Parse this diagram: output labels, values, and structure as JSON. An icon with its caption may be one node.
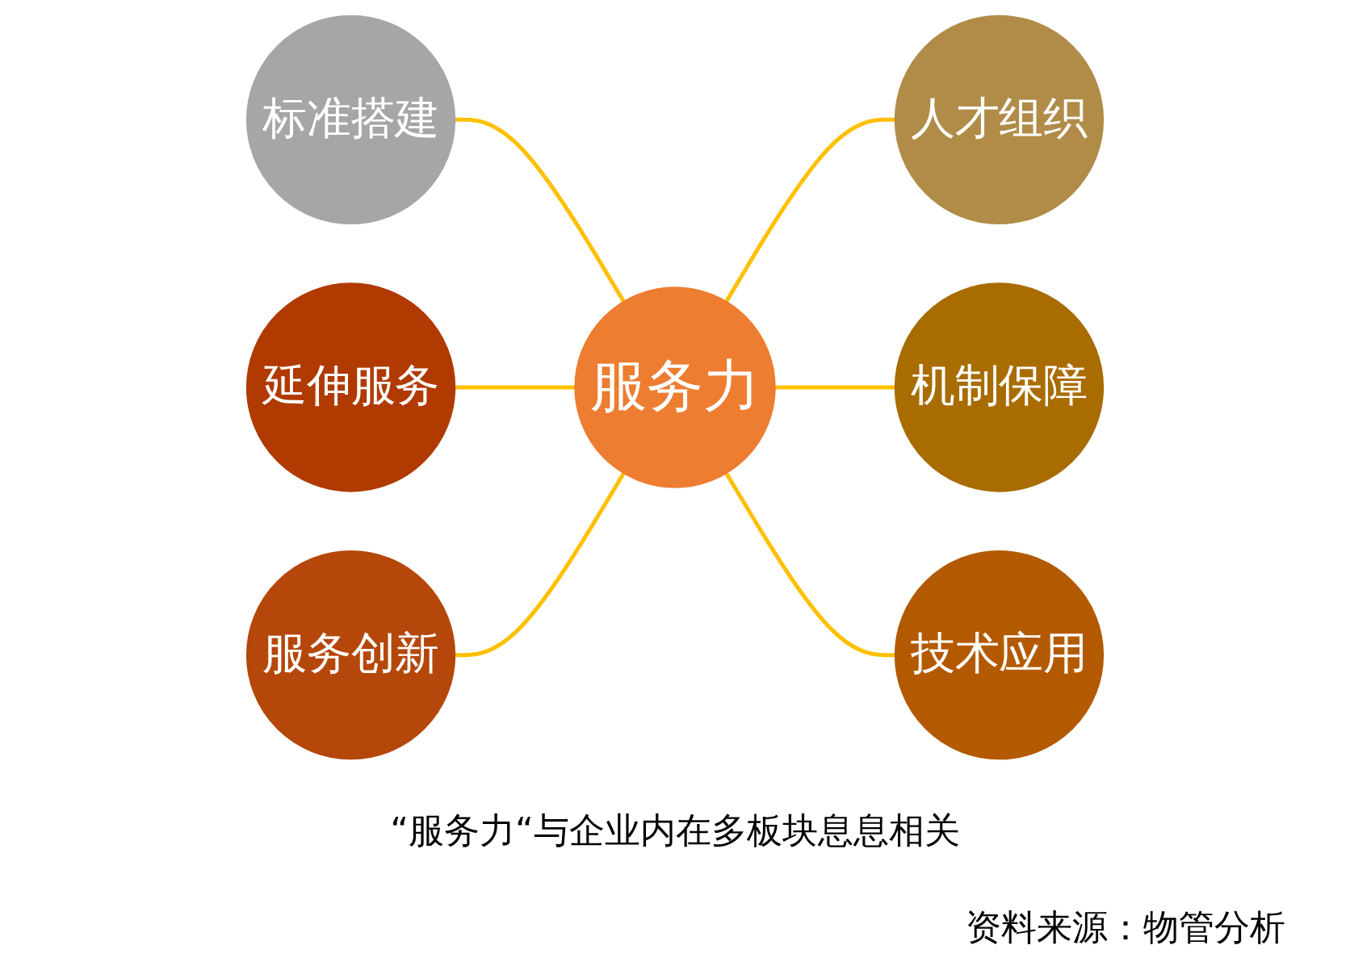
{
  "diagram": {
    "caption": "“服务力“与企业内在多板块息息相关",
    "nodes": [
      {
        "text": [
          "标准搭建"
        ]
      },
      {
        "text": [
          "延伸服务"
        ]
      },
      {
        "text": [
          "人才组织"
        ]
      },
      {
        "text": [
          "服务力"
        ]
      },
      {
        "text": [
          "服务创新"
        ]
      },
      {
        "text": [
          "机制保障"
        ]
      },
      {
        "text": [
          "技术应用"
        ]
      }
    ],
    "edges": [
      {
        "from": 0,
        "to": 3,
        "arrow": "none"
      },
      {
        "from": 1,
        "to": 3,
        "arrow": "none"
      },
      {
        "from": 4,
        "to": 3,
        "arrow": "none"
      },
      {
        "from": 3,
        "to": 2,
        "arrow": "none"
      },
      {
        "from": 3,
        "to": 5,
        "arrow": "none"
      },
      {
        "from": 3,
        "to": 6,
        "arrow": "none"
      }
    ],
    "labels": [
      "资料来源：物管分析"
    ]
  }
}
